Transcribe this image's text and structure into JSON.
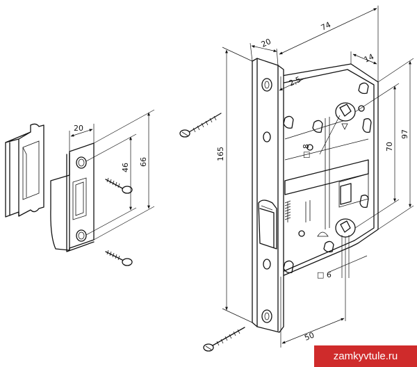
{
  "dimensions": {
    "faceplate_width": "20",
    "backset_total": "74",
    "top_offset": "14",
    "faceplate_thickness": "2,5",
    "height_total": "165",
    "case_height": "97",
    "handle_spacing": "70",
    "spindle_square": "□ 8",
    "key_square": "□ 6",
    "backset": "50",
    "strike_width": "20",
    "strike_hole_spacing": "46",
    "strike_height": "66"
  },
  "watermark": "zamkyvtule.ru",
  "colors": {
    "line": "#111111",
    "watermark_bg": "#cf2b2b",
    "watermark_text": "#ffffff"
  }
}
